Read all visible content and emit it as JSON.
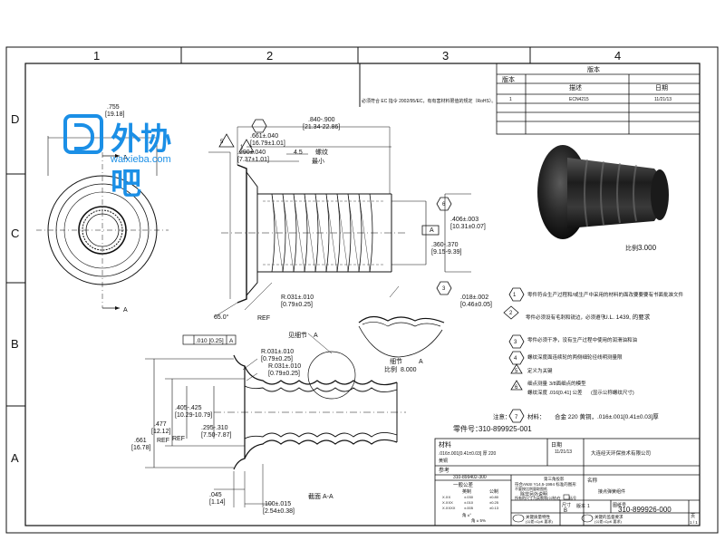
{
  "grid": {
    "cols": [
      "1",
      "2",
      "3",
      "4"
    ],
    "rows": [
      "D",
      "C",
      "B",
      "A"
    ]
  },
  "watermark": {
    "title": "外协吧",
    "url": "waixieba.com"
  },
  "rohs_note": "必须符合 EC 指令 2002/95/EC，有有害材料限值的规定（RoHS）。",
  "revision": {
    "title": "版本",
    "headers": [
      "版本",
      "描述",
      "日期"
    ],
    "rows": [
      {
        "rev": "1",
        "desc": "ECN4215",
        "date": "11/21/13"
      }
    ]
  },
  "dims": {
    "d755": ".755",
    "d755m": "[19.18]",
    "d840": ".840-.900",
    "d840m": "[21.34-22.86]",
    "d661": ".661±.040",
    "d661m": "[16.79±1.01]",
    "d290": ".290±.040",
    "d290m": "[7.37±1.01]",
    "d45": "4.5",
    "thread": "螺纹",
    "min": "最小",
    "d406": ".406±.003",
    "d406m": "[10.31±0.07]",
    "d360": ".360-.370",
    "d360m": "[9.15-9.39]",
    "r031a": "R.031±.010",
    "r031am": "[0.79±0.25]",
    "d018": ".018±.002",
    "d018m": "[0.46±0.05]",
    "ang": "65.0°",
    "ref": "REF",
    "fcf": ".010 [0.25]",
    "fcfA": "A",
    "datA": "A",
    "detail_label": "见细节",
    "detail_a": "A",
    "detail_title": "细节",
    "detail_scale_lbl": "比例",
    "detail_scale": "8.000",
    "detail_name": "A",
    "r031b": "R.031±.010",
    "r031bm": "[0.79±0.25]",
    "r031c": "R.031±.010",
    "r031cm": "[0.79±0.25]",
    "d405": ".405-.425",
    "d405m": "[10.29-10.79]",
    "d477": ".477",
    "d477m": "[12.12]",
    "d661b": ".661",
    "d661bm": "[16.78]",
    "d295": ".295-.310",
    "d295m": "[7.50-7.87]",
    "d045": ".045",
    "d045m": "[1.14]",
    "d100": ".100±.015",
    "d100m": "[2.54±0.38]",
    "section": "截面 A-A",
    "view_a": "A"
  },
  "render_scale": {
    "label": "比例",
    "value": "3.000"
  },
  "notes": [
    {
      "n": "1",
      "text": "零件符合生产过程和/或生产中采用的材料的面改要要要有书面批准文件"
    },
    {
      "n": "2",
      "text": "零件必须设有毛刺和锐边，必须遵守",
      "extra": "U.L. 1439, 的要求"
    },
    {
      "n": "3",
      "text": "零件必须干净，没有生产过程中使用的润滑油和油"
    },
    {
      "n": "4",
      "text": "螺纹深度面连续轮的两侧细轮径线明测量限"
    },
    {
      "n": "5",
      "text": "定义为关键"
    },
    {
      "n": "6",
      "text": "细点测量",
      "text2": "3/8面细点的模型",
      "text3": "螺纹深度 .016[0.41] 公差",
      "text4": "(显示公称螺纹尺寸)"
    },
    {
      "n": "7",
      "text": "材料：",
      "text2": "合金 220 黄铜，.016±.001[0.41±0.03]厚"
    }
  ],
  "note_label": "注意：",
  "title_block": {
    "part_no_label": "零件号：",
    "part_no": "310-899925-001",
    "material_label": "材料",
    "material_line": ".016±.001[0.41±0.03] 厚   220",
    "material_2": "黄铜",
    "date_label": "日期",
    "date_val": "11/21/13",
    "company": "大连经天环保技术有限公司",
    "ref_label": "参考",
    "ref_val": "310-899402-300",
    "tol_label": "一般公差",
    "inch": "英制",
    "metric": "公制",
    "tol_rows": [
      {
        "a": "X.XX",
        "b": "±.030",
        "c": "±0.80"
      },
      {
        "a": "X.XXX",
        "b": "±.010",
        "c": "±0.25"
      },
      {
        "a": "X.XXXX",
        "b": "±.005",
        "c": "±0.13"
      }
    ],
    "angle": "角 ±°",
    "angle2": "角 ± 5%",
    "std1": "第三角投影",
    "std2": "符合ANSI Y14.5-1994 标准的图形",
    "std3": "不要按比例量取图纸",
    "std4": "除非另外说明",
    "std5": "所有的尺寸为英制和(公制)在",
    "std6": "括号",
    "name_label": "名称",
    "name_val": "接点弹簧组件",
    "size_label": "尺寸",
    "size_val": "B",
    "dwg_label": "图纸号",
    "dwg_val": "310-899926-000",
    "page_label": "页",
    "page_val": "1 / 1",
    "key1": "关键质量特性",
    "key1b": "(公差=CpK 要求)",
    "key2": "关键的监督要求",
    "key2b": "(公差=CpK 要求)",
    "rev_label": "版本",
    "rev_val": "1"
  },
  "colors": {
    "line": "#111111",
    "watermark": "#1b8fe6",
    "part": "#2b2b2b"
  }
}
